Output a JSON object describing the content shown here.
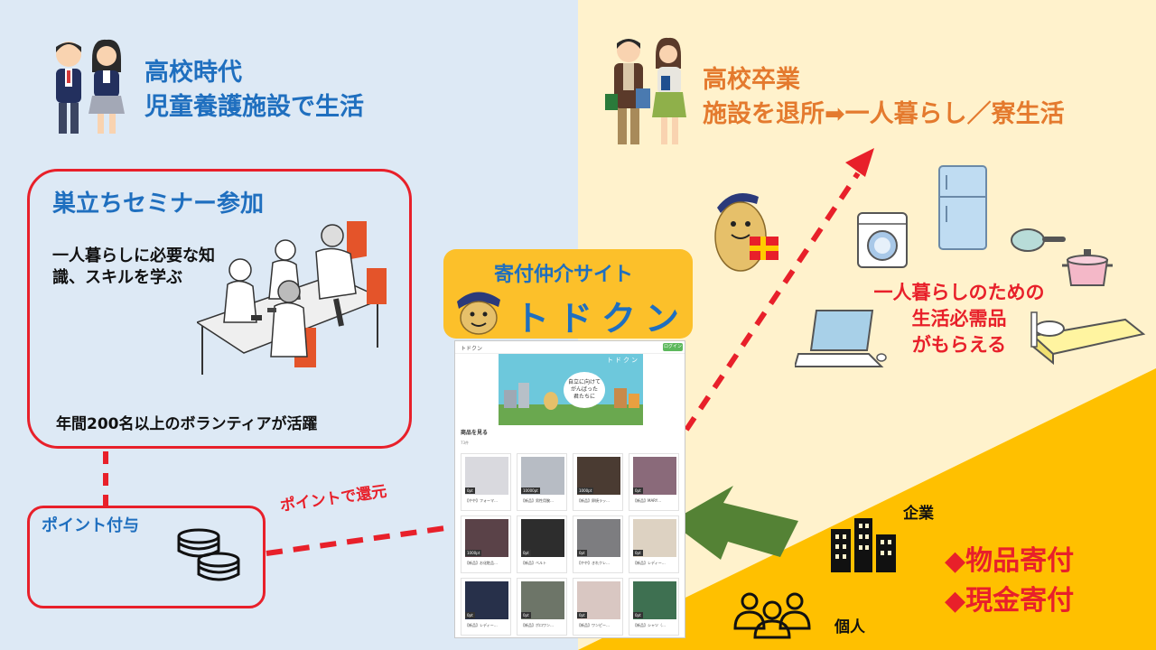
{
  "left": {
    "title_line1": "高校時代",
    "title_line2": "児童養護施設で生活",
    "seminar_title": "巣立ちセミナー参加",
    "seminar_text": "一人暮らしに必要な知識、スキルを学ぶ",
    "seminar_foot": "年間200名以上のボランティアが活躍",
    "point_title": "ポイント付与",
    "return_label": "ポイントで還元"
  },
  "right": {
    "title_line1": "高校卒業",
    "title_line2": "施設を退所➡一人暮らし／寮生活",
    "needs_line1": "一人暮らしのための",
    "needs_line2": "生活必需品",
    "needs_line3": "がもらえる",
    "company_label": "企業",
    "person_label": "個人",
    "donate_goods": "◆物品寄付",
    "donate_cash": "◆現金寄付"
  },
  "site": {
    "sub": "寄付仲介サイト",
    "name": "トドクン",
    "screenshot": {
      "logo": "トドクン",
      "login": "ログイン",
      "hero_title": "トドクン",
      "bubble_line1": "自立に向けて",
      "bubble_line2": "がんばった",
      "bubble_line3": "君たちに",
      "section": "商品を見る",
      "count": "73件",
      "cards": [
        {
          "pt": "0pt",
          "label": "【やや】フォーマ…",
          "color": "#d9d9de"
        },
        {
          "pt": "10000pt",
          "label": "【新品】男性用腕…",
          "color": "#b7bcc4"
        },
        {
          "pt": "1000pt",
          "label": "【新品】卵焼ラッ…",
          "color": "#4a3b32"
        },
        {
          "pt": "0pt",
          "label": "【新品】MARY…",
          "color": "#8a6a7a"
        },
        {
          "pt": "1000pt",
          "label": "【新品】お化粧品…",
          "color": "#5a4248"
        },
        {
          "pt": "0pt",
          "label": "【新品】ベルト",
          "color": "#2d2d2d"
        },
        {
          "pt": "0pt",
          "label": "【やや】きれクレ…",
          "color": "#7d7d80"
        },
        {
          "pt": "0pt",
          "label": "【新品】レディー…",
          "color": "#ddd2c2"
        },
        {
          "pt": "0pt",
          "label": "【新品】レディー…",
          "color": "#27304a"
        },
        {
          "pt": "0pt",
          "label": "【新品】ポロワン…",
          "color": "#6d7568"
        },
        {
          "pt": "0pt",
          "label": "【新品】ワンピー…",
          "color": "#d9c7c2"
        },
        {
          "pt": "0pt",
          "label": "【新品】シャツ（…",
          "color": "#3e7051"
        }
      ]
    }
  },
  "colors": {
    "blue_text": "#1f6fbf",
    "orange_text": "#e47a2e",
    "red": "#e8202a",
    "badge_yellow": "#fcc02a",
    "bg_left": "#dde9f5",
    "bg_right": "#fff2cc",
    "bg_corner": "#ffc000",
    "arrow_green": "#548235"
  },
  "icons": [
    "students-icon",
    "graduates-icon",
    "seminar-illustration",
    "coins-icon",
    "todokun-mascot-icon",
    "washing-machine-icon",
    "fridge-icon",
    "frying-pan-icon",
    "pot-icon",
    "laptop-icon",
    "bed-icon",
    "company-buildings-icon",
    "people-group-icon"
  ]
}
